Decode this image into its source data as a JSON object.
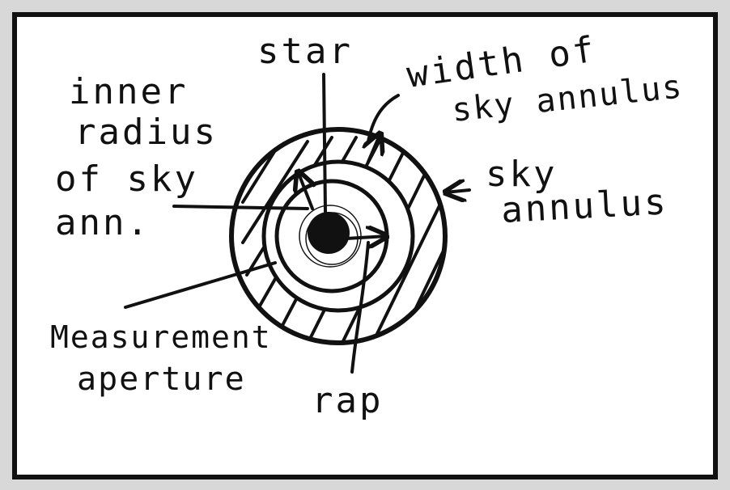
{
  "labels": {
    "star": "star",
    "width_line1": "width of",
    "width_line2": "sky annulus",
    "inner_line1": "inner",
    "inner_line2": "radius",
    "inner_line3": "of sky",
    "inner_line4": "ann.",
    "sky_line1": "sky",
    "sky_line2": "annulus",
    "meas_line1": "Measurement",
    "meas_line2": "aperture",
    "rap": "rap"
  },
  "colors": {
    "paper": "#ffffff",
    "ink": "#111111",
    "background": "#d8d8d8"
  }
}
